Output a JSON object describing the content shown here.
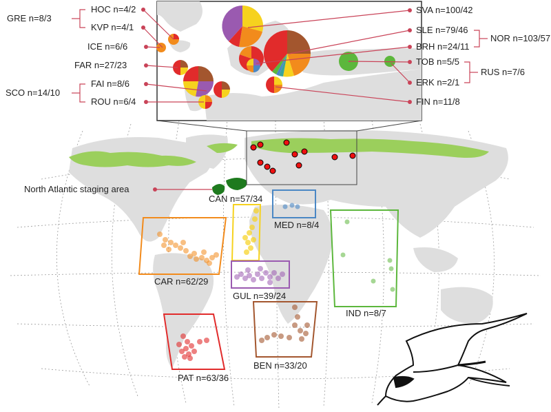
{
  "colors": {
    "SVA": "#9a5ab0",
    "SVA2": "#f6d21e",
    "SVA3": "#f28b1c",
    "red": "#e12b2b",
    "brown": "#a3562e",
    "orange": "#f28b1c",
    "yellow": "#f6d21e",
    "purple": "#9a5ab0",
    "green": "#5cb73c",
    "blue": "#4a87c4",
    "teal": "#3aa39c",
    "breeding_green": "#9bcf5c",
    "staging_green": "#1e7a1e",
    "leader": "#c94358"
  },
  "inset_labels": {
    "gre": "GRE n=8/3",
    "hoc": "HOC n=4/2",
    "kvp": "KVP n=4/1",
    "ice": "ICE n=6/6",
    "far": "FAR n=27/23",
    "sco": "SCO n=14/10",
    "fai": "FAI n=8/6",
    "rou": "ROU n=6/4",
    "sva": "SVA n=100/42",
    "sle": "SLE n=79/46",
    "nor": "NOR n=103/57",
    "brh": "BRH n=24/11",
    "tob": "TOB n=5/5",
    "rus": "RUS n=7/6",
    "erk": "ERK n=2/1",
    "fin": "FIN n=11/8"
  },
  "map_labels": {
    "staging": "North Atlantic staging area",
    "can": "CAN n=57/34",
    "med": "MED n=8/4",
    "car": "CAR n=62/29",
    "gul": "GUL n=39/24",
    "ind": "IND n=8/7",
    "ben": "BEN n=33/20",
    "pat": "PAT n=63/36"
  },
  "icons": {
    "bird": "arctic-tern-silhouette-icon"
  }
}
